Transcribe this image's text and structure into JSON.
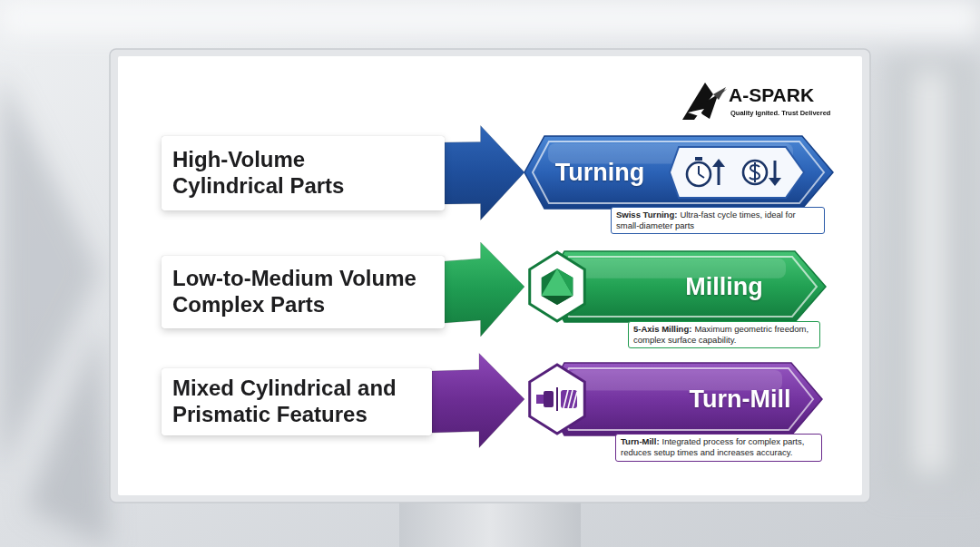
{
  "diagram": {
    "nodes": [
      {
        "text": [
          "High-Volume Cylindrical Parts"
        ]
      },
      {
        "text": [
          "Turning"
        ]
      },
      {
        "text": [
          "Swiss Turning:",
          "Ultra-fast cycle times, ideal for small-diameter parts"
        ]
      },
      {
        "text": [
          "Low-to-Medium Volume Complex Parts"
        ]
      },
      {
        "text": [
          "Milling"
        ]
      },
      {
        "text": [
          "5-Axis Milling:",
          "Maximum geometric freedom, complex surface capability."
        ]
      },
      {
        "text": [
          "Mixed Cylindrical and Prismatic Features"
        ]
      },
      {
        "text": [
          "Turn-Mill"
        ]
      },
      {
        "text": [
          "Turn-Mill:",
          "Integrated process for complex parts, reduces setup times and increases accuracy."
        ]
      }
    ],
    "edges": [
      {
        "from": 0,
        "to": 1,
        "arrow": "to"
      },
      {
        "from": 3,
        "to": 4,
        "arrow": "to"
      },
      {
        "from": 6,
        "to": 7,
        "arrow": "to"
      }
    ],
    "labels": [
      "A-SPARK",
      "Quality Ignited. Trust Delivered"
    ]
  }
}
